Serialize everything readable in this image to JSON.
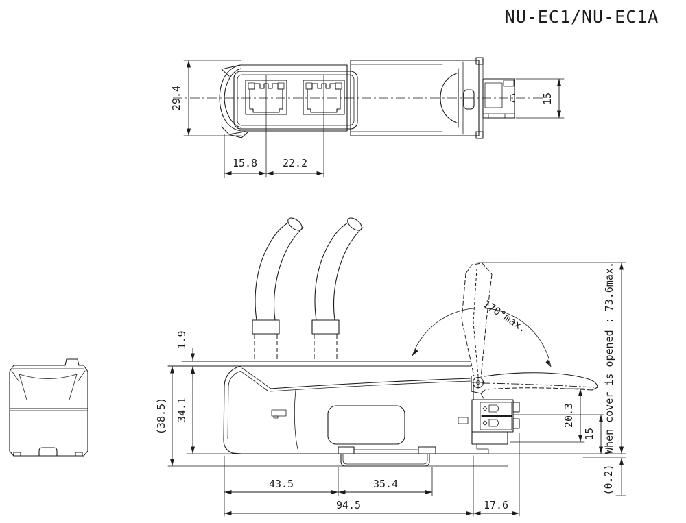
{
  "title": "NU-EC1/NU-EC1A",
  "top_view": {
    "dim_height": "29.4",
    "dim_port1_offset": "15.8",
    "dim_port_pitch": "22.2",
    "dim_connector_height": "15"
  },
  "side_view": {
    "dim_boot_offset": "1.9",
    "dim_body_height": "34.1",
    "dim_overall_height": "(38.5)",
    "dim_cover_angle": "170°max.",
    "note_cover_open": "When cover is opened : 73.6max.",
    "dim_lever_drop": "20.3",
    "dim_connector_height": "15",
    "dim_rail_gap": "(0.2)",
    "dim_front_section": "43.5",
    "dim_rail_section": "35.4",
    "dim_body_length": "94.5",
    "dim_connector_length": "17.6"
  }
}
